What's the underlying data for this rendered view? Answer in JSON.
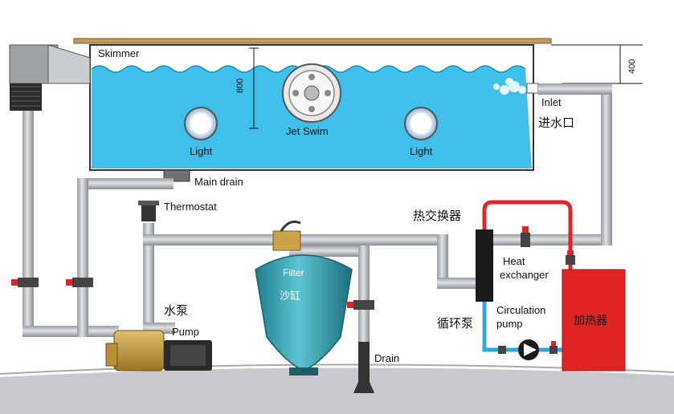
{
  "labels": {
    "skimmer": "Skimmer",
    "jet_swim": "Jet Swim",
    "light_left": "Light",
    "light_right": "Light",
    "inlet": "Inlet",
    "inlet_cn": "进水口",
    "main_drain": "Main drain",
    "thermostat": "Thermostat",
    "heat_exchanger_cn": "热交换器",
    "filter": "Filter",
    "filter_cn": "沙缸",
    "heat_exchanger_line1": "Heat",
    "heat_exchanger_line2": "exchanger",
    "pump_cn": "水泵",
    "pump": "Pump",
    "circulation_pump_cn": "循环泵",
    "circulation_line1": "Circulation",
    "circulation_line2": "pump",
    "heater_cn": "加热器",
    "drain": "Drain",
    "dim_800": "800",
    "dim_400": "400"
  },
  "colors": {
    "water": "#3fc0ea",
    "pipe": "#b9bcbf",
    "pipe_dark": "#8e9296",
    "hot_pipe": "#e0242a",
    "cold_pipe": "#2ea6e0",
    "heater": "#e02424",
    "filter_tank": "#3a9fae",
    "pump_body": "#c9a24a",
    "valve": "#e0242a"
  }
}
